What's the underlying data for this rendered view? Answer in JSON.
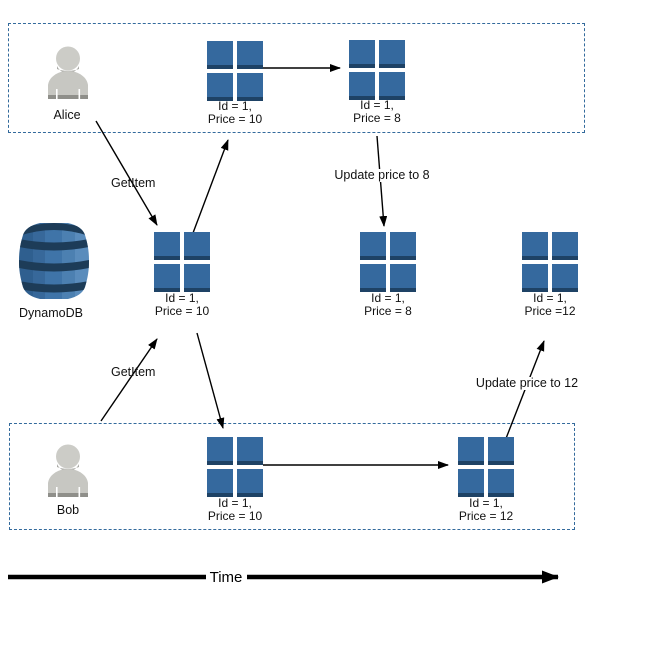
{
  "diagram": {
    "title_hint": "DynamoDB concurrent item updates (Alice and Bob) sequence diagram",
    "actors": {
      "alice": "Alice",
      "bob": "Bob",
      "database": "DynamoDB"
    },
    "labels": {
      "get_item_alice": "GetItem",
      "get_item_bob": "GetItem",
      "update_price_8": "Update price to 8",
      "update_price_12": "Update price to 12",
      "time_axis": "Time"
    },
    "items": {
      "alice1": {
        "line1": "Id = 1,",
        "line2": "Price = 10"
      },
      "alice2": {
        "line1": "Id = 1,",
        "line2": "Price = 8"
      },
      "db1": {
        "line1": "Id = 1,",
        "line2": "Price = 10"
      },
      "db2": {
        "line1": "Id = 1,",
        "line2": "Price = 8"
      },
      "db3": {
        "line1": "Id = 1,",
        "line2": "Price =12"
      },
      "bob1": {
        "line1": "Id = 1,",
        "line2": "Price = 10"
      },
      "bob2": {
        "line1": "Id = 1,",
        "line2": "Price = 12"
      }
    },
    "colors": {
      "item_blue": "#35699e",
      "item_blue_dark_edge": "#1e4265",
      "lane_dashed_border": "#336a9c",
      "arrow_black": "#000000",
      "person_gray": "#c7c7c2",
      "person_gray_dark": "#8f8f8a",
      "dynamodb_blue": "#3a6fa3",
      "dynamodb_rib_dark": "#1d3c58"
    }
  }
}
